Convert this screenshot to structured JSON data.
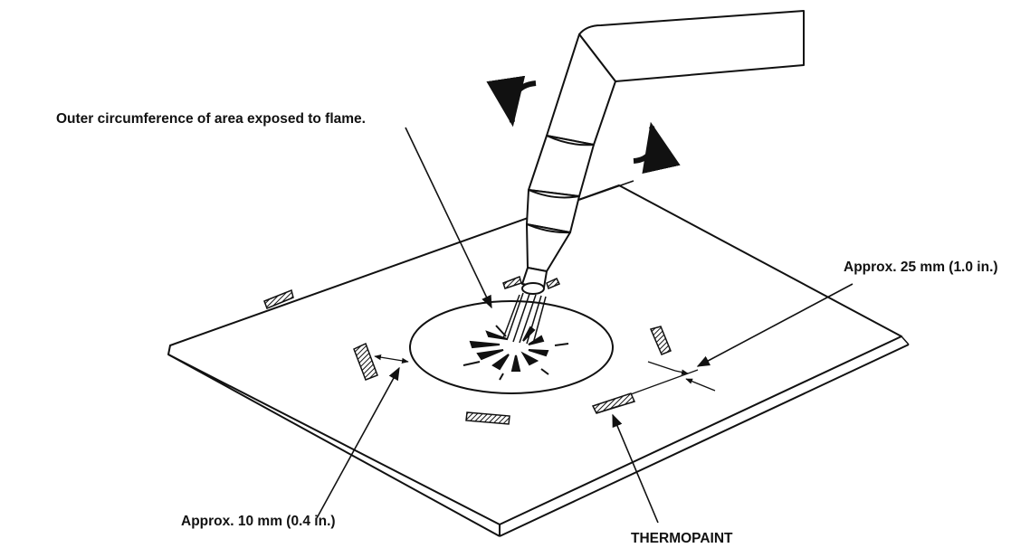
{
  "labels": {
    "flame_area": "Outer circumference of area exposed to flame.",
    "distance_25": "Approx. 25 mm (1.0 in.)",
    "distance_10": "Approx. 10 mm (0.4 in.)",
    "thermopaint": "THERMOPAINT"
  },
  "colors": {
    "ink": "#111111",
    "paper": "#ffffff"
  }
}
